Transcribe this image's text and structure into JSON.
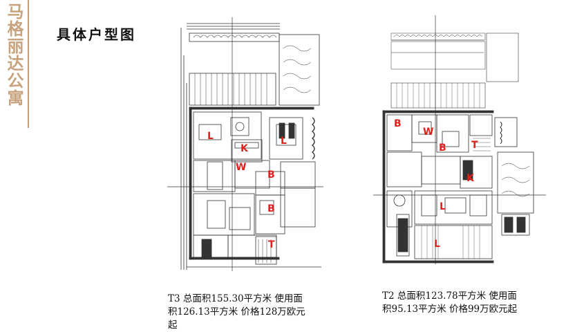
{
  "brand": {
    "name": "马格丽达公寓"
  },
  "page": {
    "title": "具体户型图"
  },
  "plans": {
    "t3": {
      "rooms": [
        "L",
        "K",
        "L",
        "W",
        "B",
        "B",
        "T"
      ],
      "caption": {
        "line1": "T3 总面积155.30平方米  使用面",
        "line2": "积126.13平方米    价格128万欧元",
        "line3": "起"
      }
    },
    "t2": {
      "rooms": [
        "B",
        "W",
        "B",
        "T",
        "K",
        "L",
        "L"
      ],
      "caption": {
        "line1": "T2 总面积123.78平方米  使用面",
        "line2": "积95.13平方米    价格99万欧元起"
      }
    }
  },
  "colors": {
    "brand": "#c9a37e",
    "room_label": "#e0201b",
    "drawing": "#333333"
  }
}
